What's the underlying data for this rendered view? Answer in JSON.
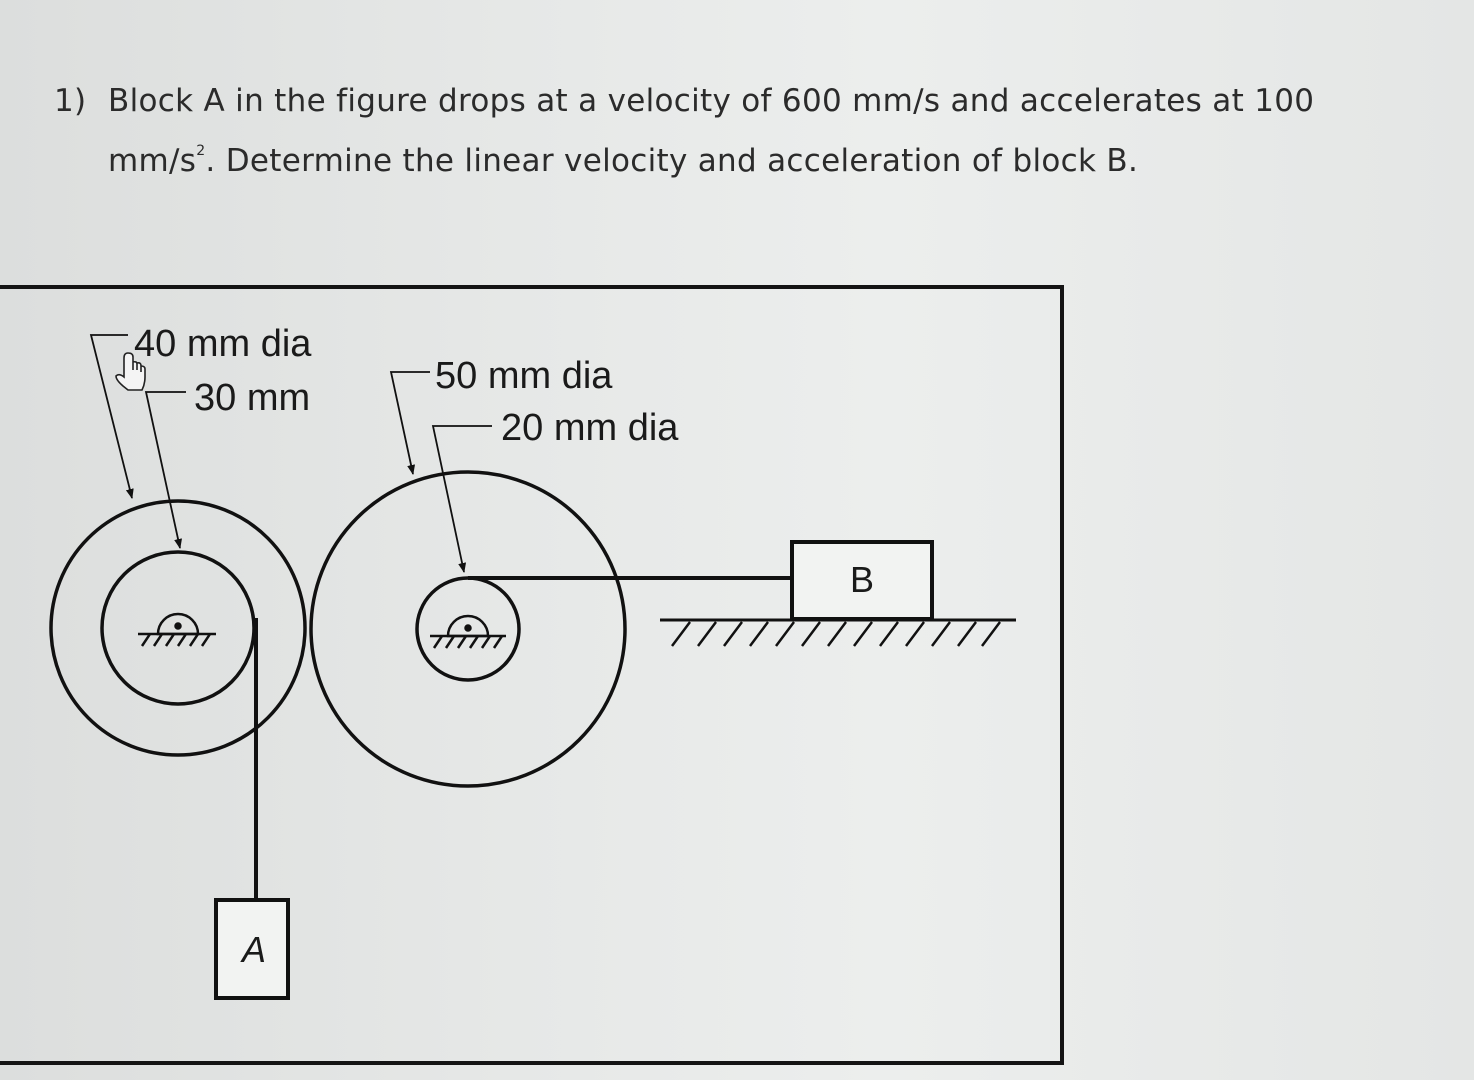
{
  "question": {
    "number": "1)",
    "line1": "Block A in the figure drops at a velocity of 600 mm/s and accelerates at 100",
    "line2_prefix": "mm/s",
    "line2_sup": "2",
    "line2_suffix": ". Determine the linear velocity and acceleration of block B."
  },
  "figure": {
    "labels": {
      "outer_left_dia": "40 mm dia",
      "inner_left": "30 mm",
      "outer_right_dia": "50 mm dia",
      "inner_right_dia": "20 mm dia",
      "block_a": "A",
      "block_b": "B"
    }
  }
}
